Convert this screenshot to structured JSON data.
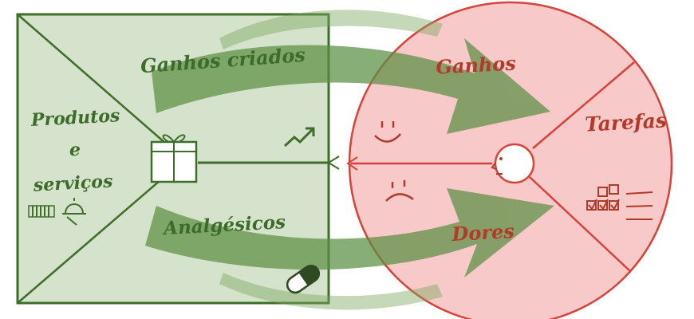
{
  "value_map": {
    "products_label_line1": "Produtos",
    "products_label_line2": "e",
    "products_label_line3": "serviços",
    "gain_creators_label": "Ganhos criados",
    "pain_relievers_label": "Analgésicos"
  },
  "customer_profile": {
    "gains_label": "Ganhos",
    "jobs_label": "Tarefas",
    "pains_label": "Dores"
  },
  "colors": {
    "value_map_fill": "#d6e3cc",
    "value_map_stroke": "#3f6e2b",
    "arrow_green": "#5b8f43",
    "customer_fill": "#f7c9c9",
    "customer_stroke": "#d6433a",
    "label_green": "#3d6b2a",
    "label_red": "#b23a2a"
  },
  "icons": [
    "gift-icon",
    "trend-up-icon",
    "barcode-icon",
    "service-bell-icon",
    "pill-icon",
    "smiley-face-icon",
    "sad-face-icon",
    "checklist-icon",
    "customer-head-icon"
  ]
}
